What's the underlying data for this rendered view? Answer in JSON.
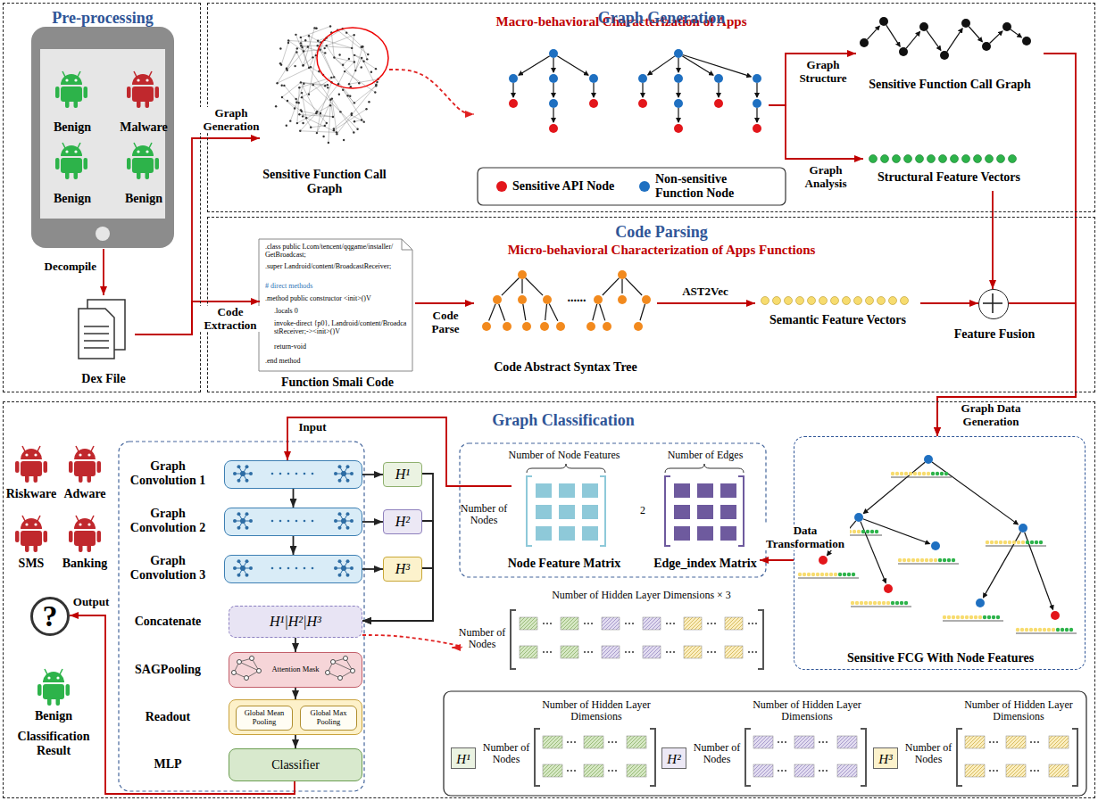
{
  "diagram": {
    "nodes": [
      {
        "text": [
          "Pre-processing"
        ]
      },
      {
        "text": [
          "Benign",
          "Malware",
          "Benign",
          "Benign"
        ],
        "in": 0
      },
      {
        "text": [
          "Dex File"
        ],
        "in": 0
      },
      {
        "text": [
          "Graph Generation"
        ]
      },
      {
        "text": [
          "Sensitive Function Call Graph"
        ],
        "in": 3
      },
      {
        "text": [
          "Macro-behavioral Characterization of Apps"
        ],
        "in": 3
      },
      {
        "text": [
          "Sensitive Function Call Graph"
        ],
        "in": 3
      },
      {
        "text": [
          "Structural Feature Vectors"
        ],
        "in": 3
      },
      {
        "text": [
          "Code Parsing",
          "Micro-behavioral Characterization of Apps Functions"
        ]
      },
      {
        "text": [
          ".class public Lcom/tencent/qqgame/installer/GetBroadcast;",
          ".super Landroid/content/BroadcastReceiver;",
          "# direct methods",
          ".method public constructor <init>()V",
          ".locals 0",
          "invoke-direct {p0}, Landroid/content/BroadcastReceiver;-><init>()V",
          "return-void",
          ".end method",
          "Function Smali Code"
        ],
        "in": 8
      },
      {
        "text": [
          "Code Abstract Syntax Tree"
        ],
        "in": 8
      },
      {
        "text": [
          "Semantic Feature Vectors"
        ],
        "in": 8
      },
      {
        "text": [
          "Feature Fusion"
        ],
        "in": 8
      },
      {
        "text": [
          "Graph Classification"
        ]
      },
      {
        "text": [
          "Graph Convolution 1"
        ],
        "in": 13
      },
      {
        "text": [
          "Graph Convolution 2"
        ],
        "in": 13
      },
      {
        "text": [
          "Graph Convolution 3"
        ],
        "in": 13
      },
      {
        "text": [
          "H¹"
        ],
        "in": 13
      },
      {
        "text": [
          "H²"
        ],
        "in": 13
      },
      {
        "text": [
          "H³"
        ],
        "in": 13
      },
      {
        "text": [
          "Concatenate",
          "H¹|H²|H³"
        ],
        "in": 13
      },
      {
        "text": [
          "SAGPooling",
          "Attention Mask"
        ],
        "in": 13
      },
      {
        "text": [
          "Readout"
        ],
        "in": 13
      },
      {
        "text": [
          "Global Mean Pooling"
        ],
        "in": 22
      },
      {
        "text": [
          "Global Max Pooling"
        ],
        "in": 22
      },
      {
        "text": [
          "MLP",
          "Classifier"
        ],
        "in": 13
      },
      {
        "text": [
          "?"
        ],
        "in": 13
      },
      {
        "text": [
          "Number of Node Features",
          "Number of Nodes",
          "Node Feature Matrix"
        ],
        "in": 13
      },
      {
        "text": [
          "Number of Edges",
          "2",
          "Edge_index Matrix"
        ],
        "in": 13
      },
      {
        "text": [
          "Sensitive FCG With Node Features"
        ],
        "in": 13
      },
      {
        "text": [
          "Number of Hidden Layer Dimensions × 3",
          "Number of Nodes"
        ],
        "in": 13
      },
      {
        "text": [
          "H¹",
          "Number of Hidden Layer Dimensions",
          "Number of Nodes"
        ],
        "in": 13
      },
      {
        "text": [
          "H²",
          "Number of Hidden Layer Dimensions",
          "Number of Nodes"
        ],
        "in": 13
      },
      {
        "text": [
          "H³",
          "Number of Hidden Layer Dimensions",
          "Number of Nodes"
        ],
        "in": 13
      }
    ],
    "edges": [
      {
        "from": 1,
        "to": 2,
        "label": "Decompile",
        "arrow": "to"
      },
      {
        "from": 2,
        "to": 4,
        "label": "Graph Generation",
        "arrow": "to"
      },
      {
        "from": 2,
        "to": 9,
        "label": "Code Extraction",
        "arrow": "to"
      },
      {
        "from": 4,
        "to": 5,
        "arrow": "to"
      },
      {
        "from": 5,
        "to": 6,
        "label": "Graph Structure",
        "arrow": "to"
      },
      {
        "from": 5,
        "to": 7,
        "label": "Graph Analysis",
        "arrow": "to"
      },
      {
        "from": 9,
        "to": 10,
        "label": "Code Parse",
        "arrow": "to"
      },
      {
        "from": 10,
        "to": 11,
        "label": "AST2Vec",
        "arrow": "to"
      },
      {
        "from": 11,
        "to": 12,
        "arrow": "to"
      },
      {
        "from": 7,
        "to": 12,
        "arrow": "to"
      },
      {
        "from": 6,
        "to": 29,
        "label": "Graph Data Generation",
        "arrow": "to"
      },
      {
        "from": 12,
        "to": 29,
        "arrow": "to"
      },
      {
        "from": 29,
        "to": 28,
        "label": "Data Transformation",
        "arrow": "to"
      },
      {
        "from": 27,
        "to": 14,
        "label": "Input",
        "arrow": "to"
      },
      {
        "from": 14,
        "to": 15,
        "arrow": "to"
      },
      {
        "from": 15,
        "to": 16,
        "arrow": "to"
      },
      {
        "from": 14,
        "to": 17,
        "arrow": "to"
      },
      {
        "from": 15,
        "to": 18,
        "arrow": "to"
      },
      {
        "from": 16,
        "to": 19,
        "arrow": "to"
      },
      {
        "from": 17,
        "to": 20,
        "arrow": "to"
      },
      {
        "from": 18,
        "to": 20,
        "arrow": "to"
      },
      {
        "from": 19,
        "to": 20,
        "arrow": "to"
      },
      {
        "from": 20,
        "to": 21,
        "arrow": "to"
      },
      {
        "from": 21,
        "to": 22,
        "arrow": "to"
      },
      {
        "from": 22,
        "to": 25,
        "arrow": "to"
      },
      {
        "from": 20,
        "to": 30,
        "arrow": "to"
      },
      {
        "from": 25,
        "to": 26,
        "label": "Output",
        "arrow": "to"
      }
    ],
    "labels": [
      "......",
      "Riskware",
      "Adware",
      "SMS",
      "Banking",
      "Benign",
      "Classification Result"
    ],
    "legend": [
      {
        "text": "Sensitive API Node",
        "color": "#e3161b"
      },
      {
        "text": "Non-sensitive Function Node",
        "color": "#1f70c1"
      }
    ]
  }
}
